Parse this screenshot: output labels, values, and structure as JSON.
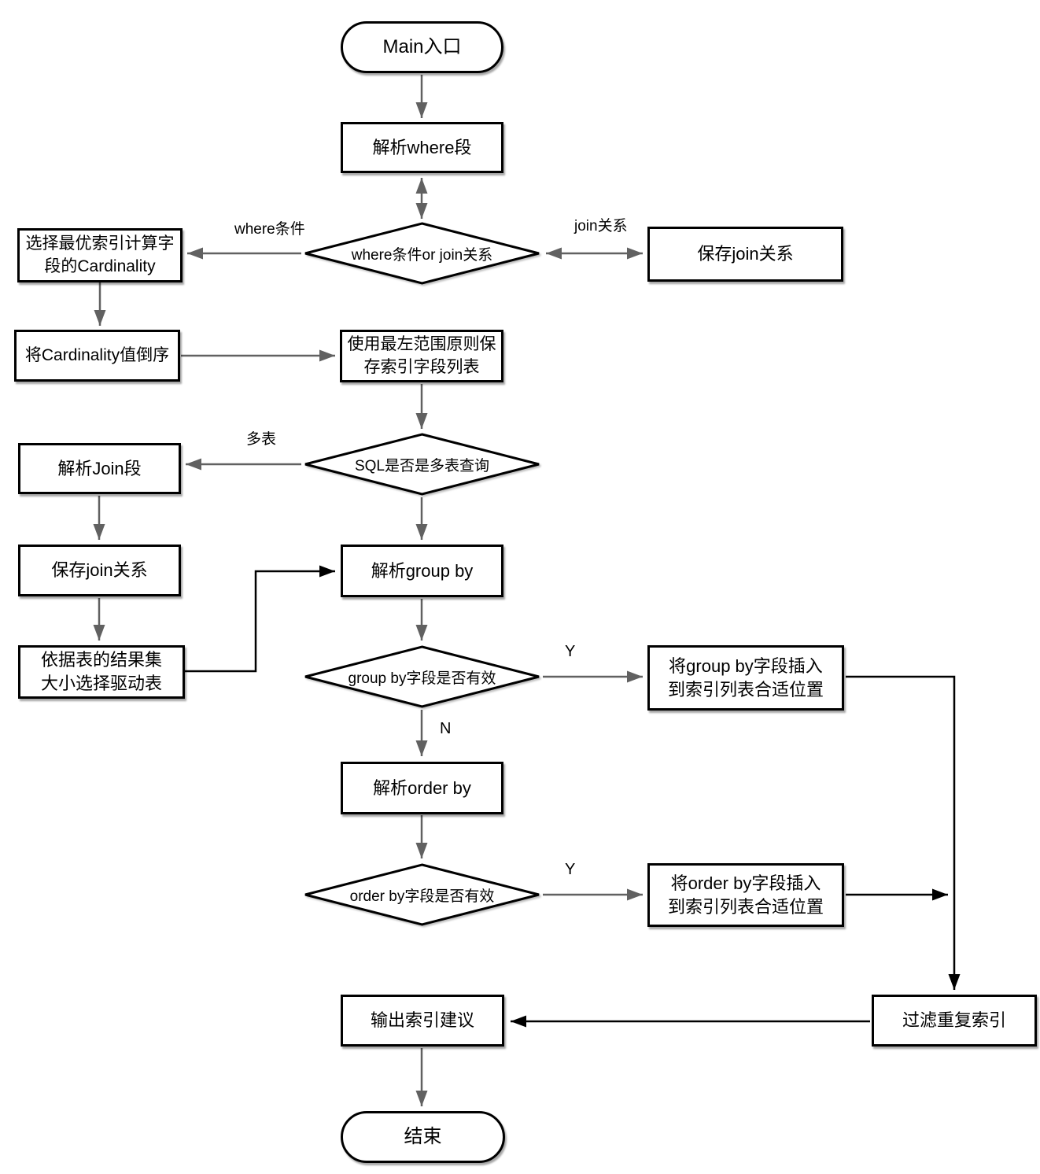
{
  "diagram": {
    "type": "flowchart",
    "nodes": {
      "start": {
        "label": "Main入口",
        "shape": "terminal"
      },
      "parse_where": {
        "label": "解析where段",
        "shape": "process"
      },
      "where_or_join": {
        "label": "where条件or join关系",
        "shape": "decision"
      },
      "save_join_right": {
        "label": "保存join关系",
        "shape": "process"
      },
      "choose_best_index": {
        "label": "选择最优索引计算字\n段的Cardinality",
        "shape": "process"
      },
      "sort_cardinality": {
        "label": "将Cardinality值倒序",
        "shape": "process"
      },
      "leftmost_rule": {
        "label": "使用最左范围原则保\n存索引字段列表",
        "shape": "process"
      },
      "multi_table_check": {
        "label": "SQL是否是多表查询",
        "shape": "decision"
      },
      "parse_join": {
        "label": "解析Join段",
        "shape": "process"
      },
      "save_join_left": {
        "label": "保存join关系",
        "shape": "process"
      },
      "choose_driving_table": {
        "label": "依据表的结果集\n大小选择驱动表",
        "shape": "process"
      },
      "parse_group_by": {
        "label": "解析group by",
        "shape": "process"
      },
      "group_by_valid": {
        "label": "group by字段是否有效",
        "shape": "decision"
      },
      "insert_group_by": {
        "label": "将group by字段插入\n到索引列表合适位置",
        "shape": "process"
      },
      "parse_order_by": {
        "label": "解析order by",
        "shape": "process"
      },
      "order_by_valid": {
        "label": "order by字段是否有效",
        "shape": "decision"
      },
      "insert_order_by": {
        "label": "将order by字段插入\n到索引列表合适位置",
        "shape": "process"
      },
      "filter_duplicate": {
        "label": "过滤重复索引",
        "shape": "process"
      },
      "output_suggestion": {
        "label": "输出索引建议",
        "shape": "process"
      },
      "end": {
        "label": "结束",
        "shape": "terminal"
      }
    },
    "edge_labels": {
      "where_condition": "where条件",
      "join_relation": "join关系",
      "multi_table": "多表",
      "group_by_yes": "Y",
      "group_by_no": "N",
      "order_by_yes": "Y"
    },
    "colors": {
      "line_gray": "#616161",
      "line_black": "#000000",
      "node_border": "#000000",
      "node_fill": "#ffffff"
    }
  }
}
